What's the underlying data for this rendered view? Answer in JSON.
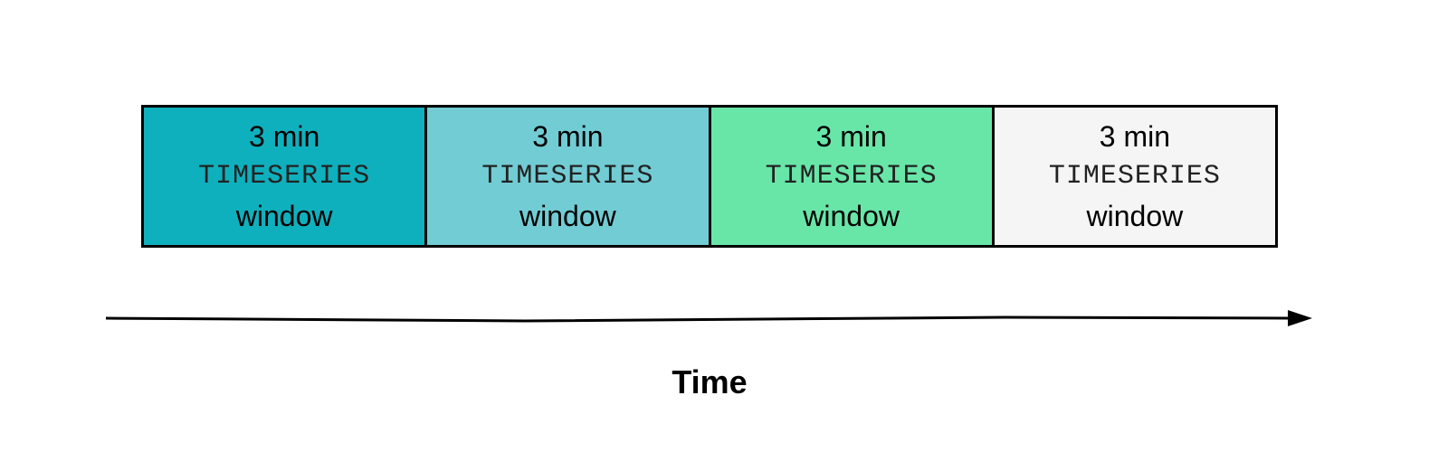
{
  "windows": [
    {
      "duration": "3 min",
      "keyword": "TIMESERIES",
      "label": "window",
      "color": "#0fb0bd"
    },
    {
      "duration": "3 min",
      "keyword": "TIMESERIES",
      "label": "window",
      "color": "#72ccd4"
    },
    {
      "duration": "3 min",
      "keyword": "TIMESERIES",
      "label": "window",
      "color": "#68e6a8"
    },
    {
      "duration": "3 min",
      "keyword": "TIMESERIES",
      "label": "window",
      "color": "#f5f5f5"
    }
  ],
  "axis": {
    "label": "Time"
  }
}
